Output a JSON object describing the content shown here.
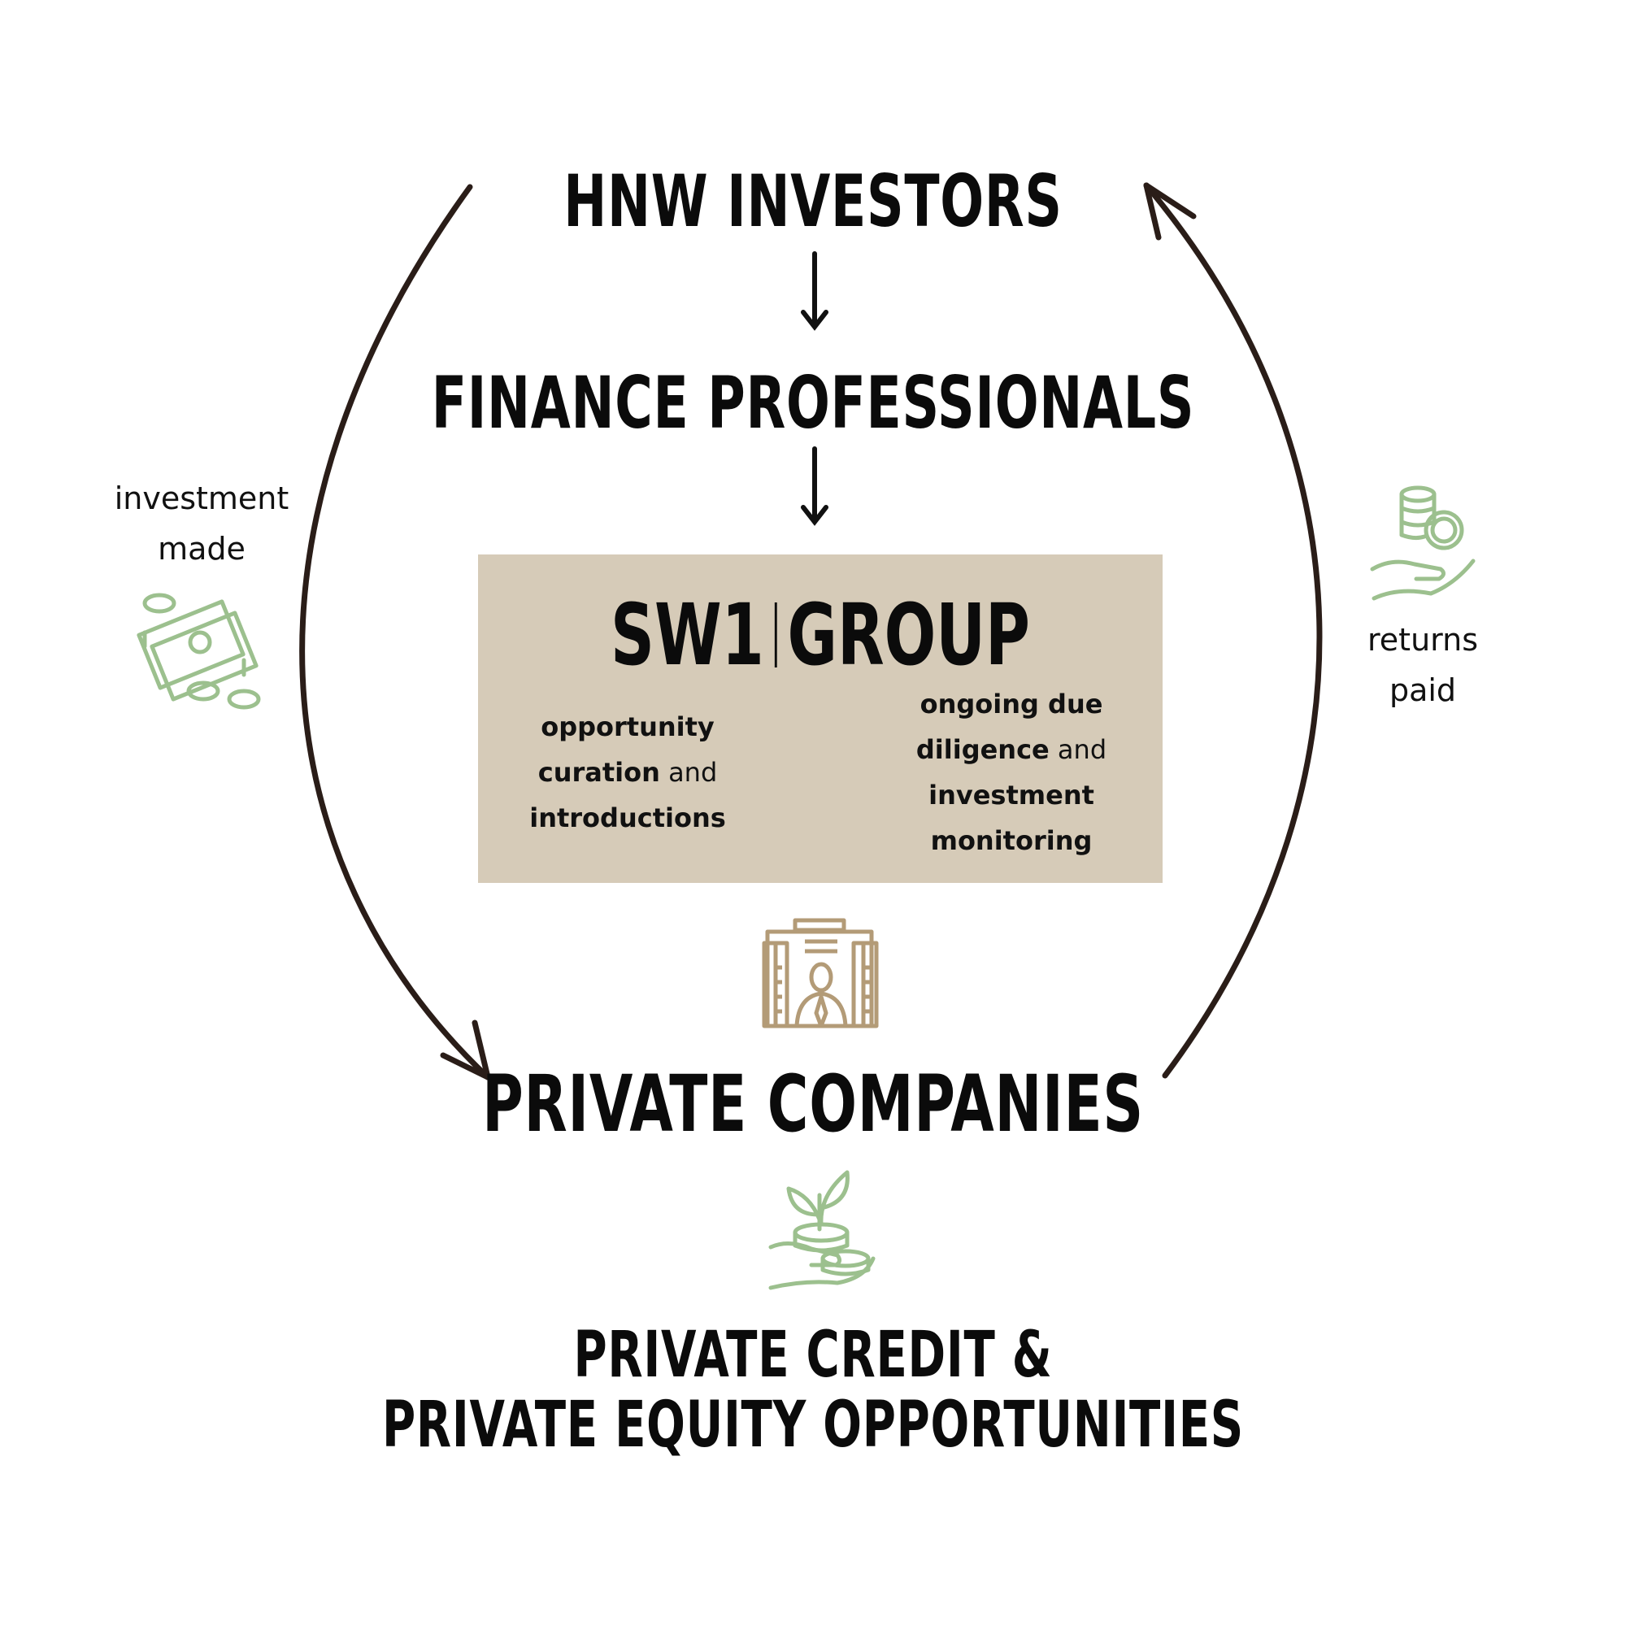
{
  "nodes": {
    "hnw_investors": "HNW INVESTORS",
    "finance_professionals": "FINANCE PROFESSIONALS",
    "private_companies": "PRIVATE COMPANIES",
    "opportunities_line1": "PRIVATE CREDIT &",
    "opportunities_line2": "PRIVATE EQUITY OPPORTUNITIES"
  },
  "sw1_group": {
    "logo_left": "SW1",
    "logo_right": "GROUP",
    "down_label": {
      "line1": "opportunity",
      "line2_bold": "curation",
      "line2_rest": " and",
      "line3": "introductions"
    },
    "up_label": {
      "line1": "ongoing due",
      "line2_bold": "diligence",
      "line2_rest": " and",
      "line3": "investment",
      "line4": "monitoring"
    }
  },
  "cycle": {
    "left_label_line1": "investment",
    "left_label_line2": "made",
    "right_label_line1": "returns",
    "right_label_line2": "paid"
  },
  "icons": {
    "left": "cash-coins-icon",
    "right": "hand-coins-euro-icon",
    "companies": "office-building-businessman-icon",
    "opportunities": "hand-coins-plant-icon"
  },
  "colors": {
    "box_fill": "#d6cbb8",
    "icon_green": "#9cc08e",
    "icon_tan": "#b39b77",
    "cycle_arrow": "#2a1d18",
    "text": "#0b0b0b"
  }
}
